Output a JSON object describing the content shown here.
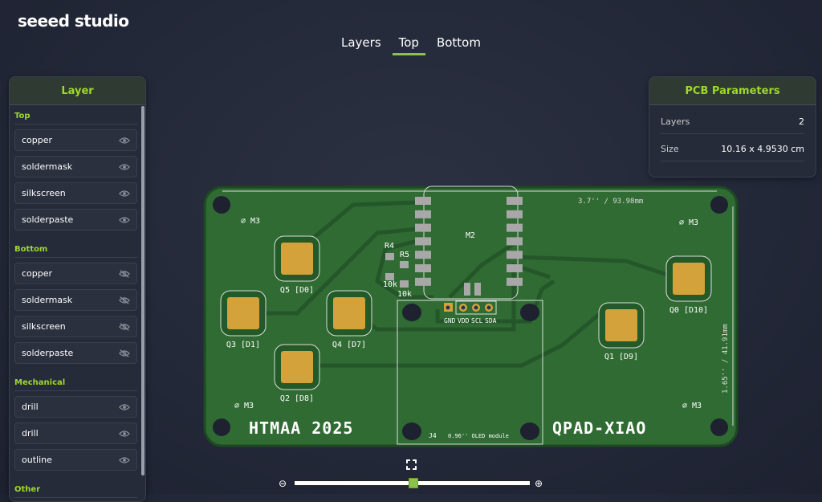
{
  "brand": "seeed studio",
  "tabs": [
    {
      "label": "Layers"
    },
    {
      "label": "Top"
    },
    {
      "label": "Bottom"
    }
  ],
  "active_tab": "Top",
  "layer_panel": {
    "title": "Layer",
    "sections": [
      {
        "label": "Top",
        "items": [
          {
            "label": "copper",
            "visible": true
          },
          {
            "label": "soldermask",
            "visible": true
          },
          {
            "label": "silkscreen",
            "visible": true
          },
          {
            "label": "solderpaste",
            "visible": true
          }
        ]
      },
      {
        "label": "Bottom",
        "items": [
          {
            "label": "copper",
            "visible": false
          },
          {
            "label": "soldermask",
            "visible": false
          },
          {
            "label": "silkscreen",
            "visible": false
          },
          {
            "label": "solderpaste",
            "visible": false
          }
        ]
      },
      {
        "label": "Mechanical",
        "items": [
          {
            "label": "drill",
            "visible": true
          },
          {
            "label": "drill",
            "visible": true
          },
          {
            "label": "outline",
            "visible": true
          }
        ]
      },
      {
        "label": "Other",
        "items": []
      }
    ]
  },
  "pcb_parameters": {
    "title": "PCB Parameters",
    "rows": [
      {
        "key": "Layers",
        "value": "2"
      },
      {
        "key": "Size",
        "value": "10.16 x 4.9530 cm"
      }
    ]
  },
  "pcb": {
    "width_dim": "3.7'' / 93.98mm",
    "height_dim": "1.65'' / 41.91mm",
    "holes": [
      "⌀ M3",
      "⌀ M3",
      "⌀ M3",
      "⌀ M3"
    ],
    "switches": [
      "Q5 [D0]",
      "Q3 [D1]",
      "Q4 [D7]",
      "Q2 [D8]",
      "Q1 [D9]",
      "Q0 [D10]"
    ],
    "resistors": [
      {
        "ref": "R4",
        "value": "10k"
      },
      {
        "ref": "R5",
        "value": "10k"
      }
    ],
    "module": "M2",
    "oled_pins": [
      "GND",
      "VDD",
      "SCL",
      "SDA"
    ],
    "oled_ref": "J4",
    "oled_label": "0.96'' OLED module",
    "title_left": "HTMAA 2025",
    "title_right": "QPAD-XIAO"
  },
  "zoom": {
    "level_percent": 50
  },
  "colors": {
    "accent": "#9ed82a",
    "board": "#2f6b32",
    "pad": "#d4a23a"
  }
}
